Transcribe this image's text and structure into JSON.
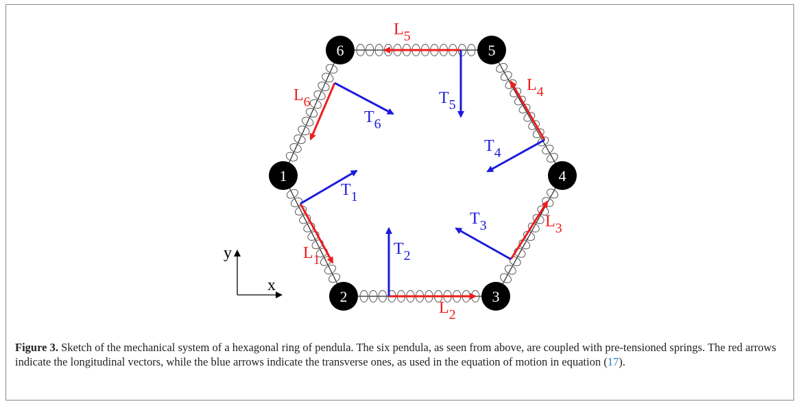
{
  "diagram": {
    "nodes": [
      "1",
      "2",
      "3",
      "4",
      "5",
      "6"
    ],
    "longitudinal": [
      {
        "base": "L",
        "sub": "1"
      },
      {
        "base": "L",
        "sub": "2"
      },
      {
        "base": "L",
        "sub": "3"
      },
      {
        "base": "L",
        "sub": "4"
      },
      {
        "base": "L",
        "sub": "5"
      },
      {
        "base": "L",
        "sub": "6"
      }
    ],
    "transverse": [
      {
        "base": "T",
        "sub": "1"
      },
      {
        "base": "T",
        "sub": "2"
      },
      {
        "base": "T",
        "sub": "3"
      },
      {
        "base": "T",
        "sub": "4"
      },
      {
        "base": "T",
        "sub": "5"
      },
      {
        "base": "T",
        "sub": "6"
      }
    ],
    "axes": {
      "x": "x",
      "y": "y"
    },
    "colors": {
      "longitudinal": "#ee1c1c",
      "transverse": "#1a1adb",
      "node": "#000000",
      "spring": "#555555"
    }
  },
  "caption": {
    "label": "Figure 3.",
    "text_before": " Sketch of the mechanical system of a hexagonal ring of pendula. The six pendula, as seen from above, are coupled with pre-tensioned springs. The red arrows indicate the longitudinal vectors, while the blue arrows indicate the transverse ones, as used in the equation of motion in equation (",
    "ref": "17",
    "text_after": ")."
  }
}
